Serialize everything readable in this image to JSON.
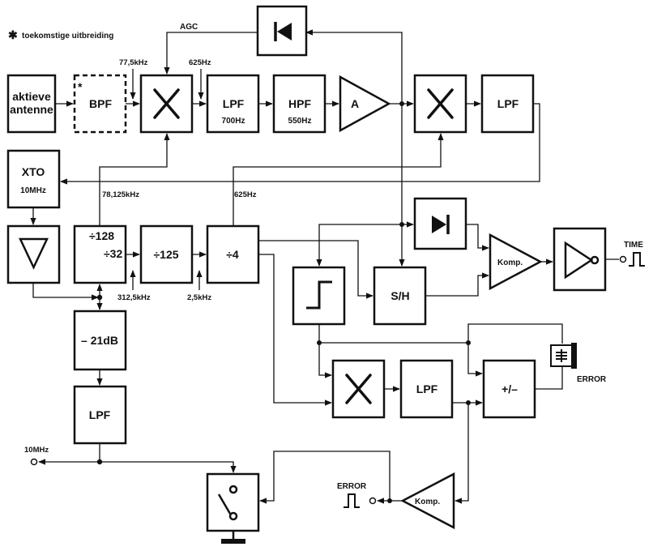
{
  "legend": {
    "symbol": "✱",
    "text": "toekomstige uitbreiding"
  },
  "blocks": {
    "antenna": {
      "line1": "aktieve",
      "line2": "antenne"
    },
    "bpf": {
      "label": "BPF",
      "mark": "*"
    },
    "lpf_700": {
      "label": "LPF",
      "freq": "700Hz"
    },
    "hpf_550": {
      "label": "HPF",
      "freq": "550Hz"
    },
    "amp": {
      "label": "A"
    },
    "lpf_out": {
      "label": "LPF"
    },
    "xto": {
      "label": "XTO",
      "freq": "10MHz"
    },
    "div_128_32": {
      "label1": "÷128",
      "label2": "÷32"
    },
    "div_125": {
      "label": "÷125"
    },
    "div_4": {
      "label": "÷4"
    },
    "atten": {
      "label": "– 21dB"
    },
    "lpf_10m": {
      "label": "LPF"
    },
    "sh": {
      "label": "S/H"
    },
    "comp_top": {
      "label": "Komp."
    },
    "lpf_err": {
      "label": "LPF"
    },
    "plusminus": {
      "label": "+/–"
    },
    "comp_bottom": {
      "label": "Komp."
    }
  },
  "signals": {
    "agc": "AGC",
    "f_77_5": "77,5kHz",
    "f_625_top": "625Hz",
    "f_78_125": "78,125kHz",
    "f_625_mid": "625Hz",
    "f_312_5": "312,5kHz",
    "f_2_5": "2,5kHz",
    "f_10m": "10MHz"
  },
  "outputs": {
    "time": "TIME",
    "error_meter": "ERROR",
    "error_out": "ERROR"
  }
}
